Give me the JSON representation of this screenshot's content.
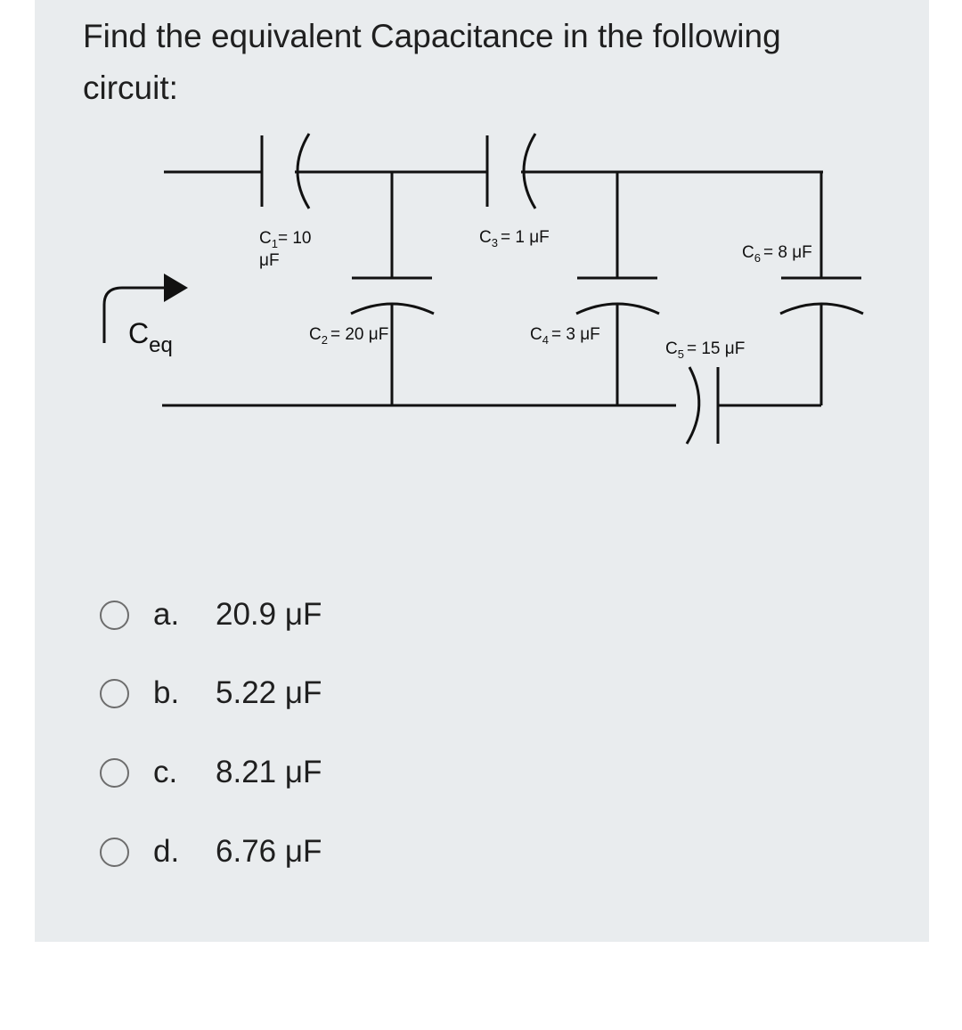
{
  "question": {
    "text": "Find the equivalent Capacitance in the following circuit:"
  },
  "circuit": {
    "ceq_label": "C",
    "ceq_sub": "eq",
    "labels": {
      "c1_line1": "= 10",
      "c1_line2": "μF",
      "c1_sub": "1",
      "c2": "= 20 μF",
      "c2_sub": "2",
      "c3": "= 1 μF",
      "c3_sub": "3",
      "c4": "= 3 μF",
      "c4_sub": "4",
      "c5": "= 15 μF",
      "c5_sub": "5",
      "c6": "= 8 μF",
      "c6_sub": "6",
      "c_prefix": "C"
    }
  },
  "options": [
    {
      "letter": "a.",
      "value": "20.9 μF"
    },
    {
      "letter": "b.",
      "value": "5.22 μF"
    },
    {
      "letter": "c.",
      "value": "8.21 μF"
    },
    {
      "letter": "d.",
      "value": "6.76 μF"
    }
  ]
}
